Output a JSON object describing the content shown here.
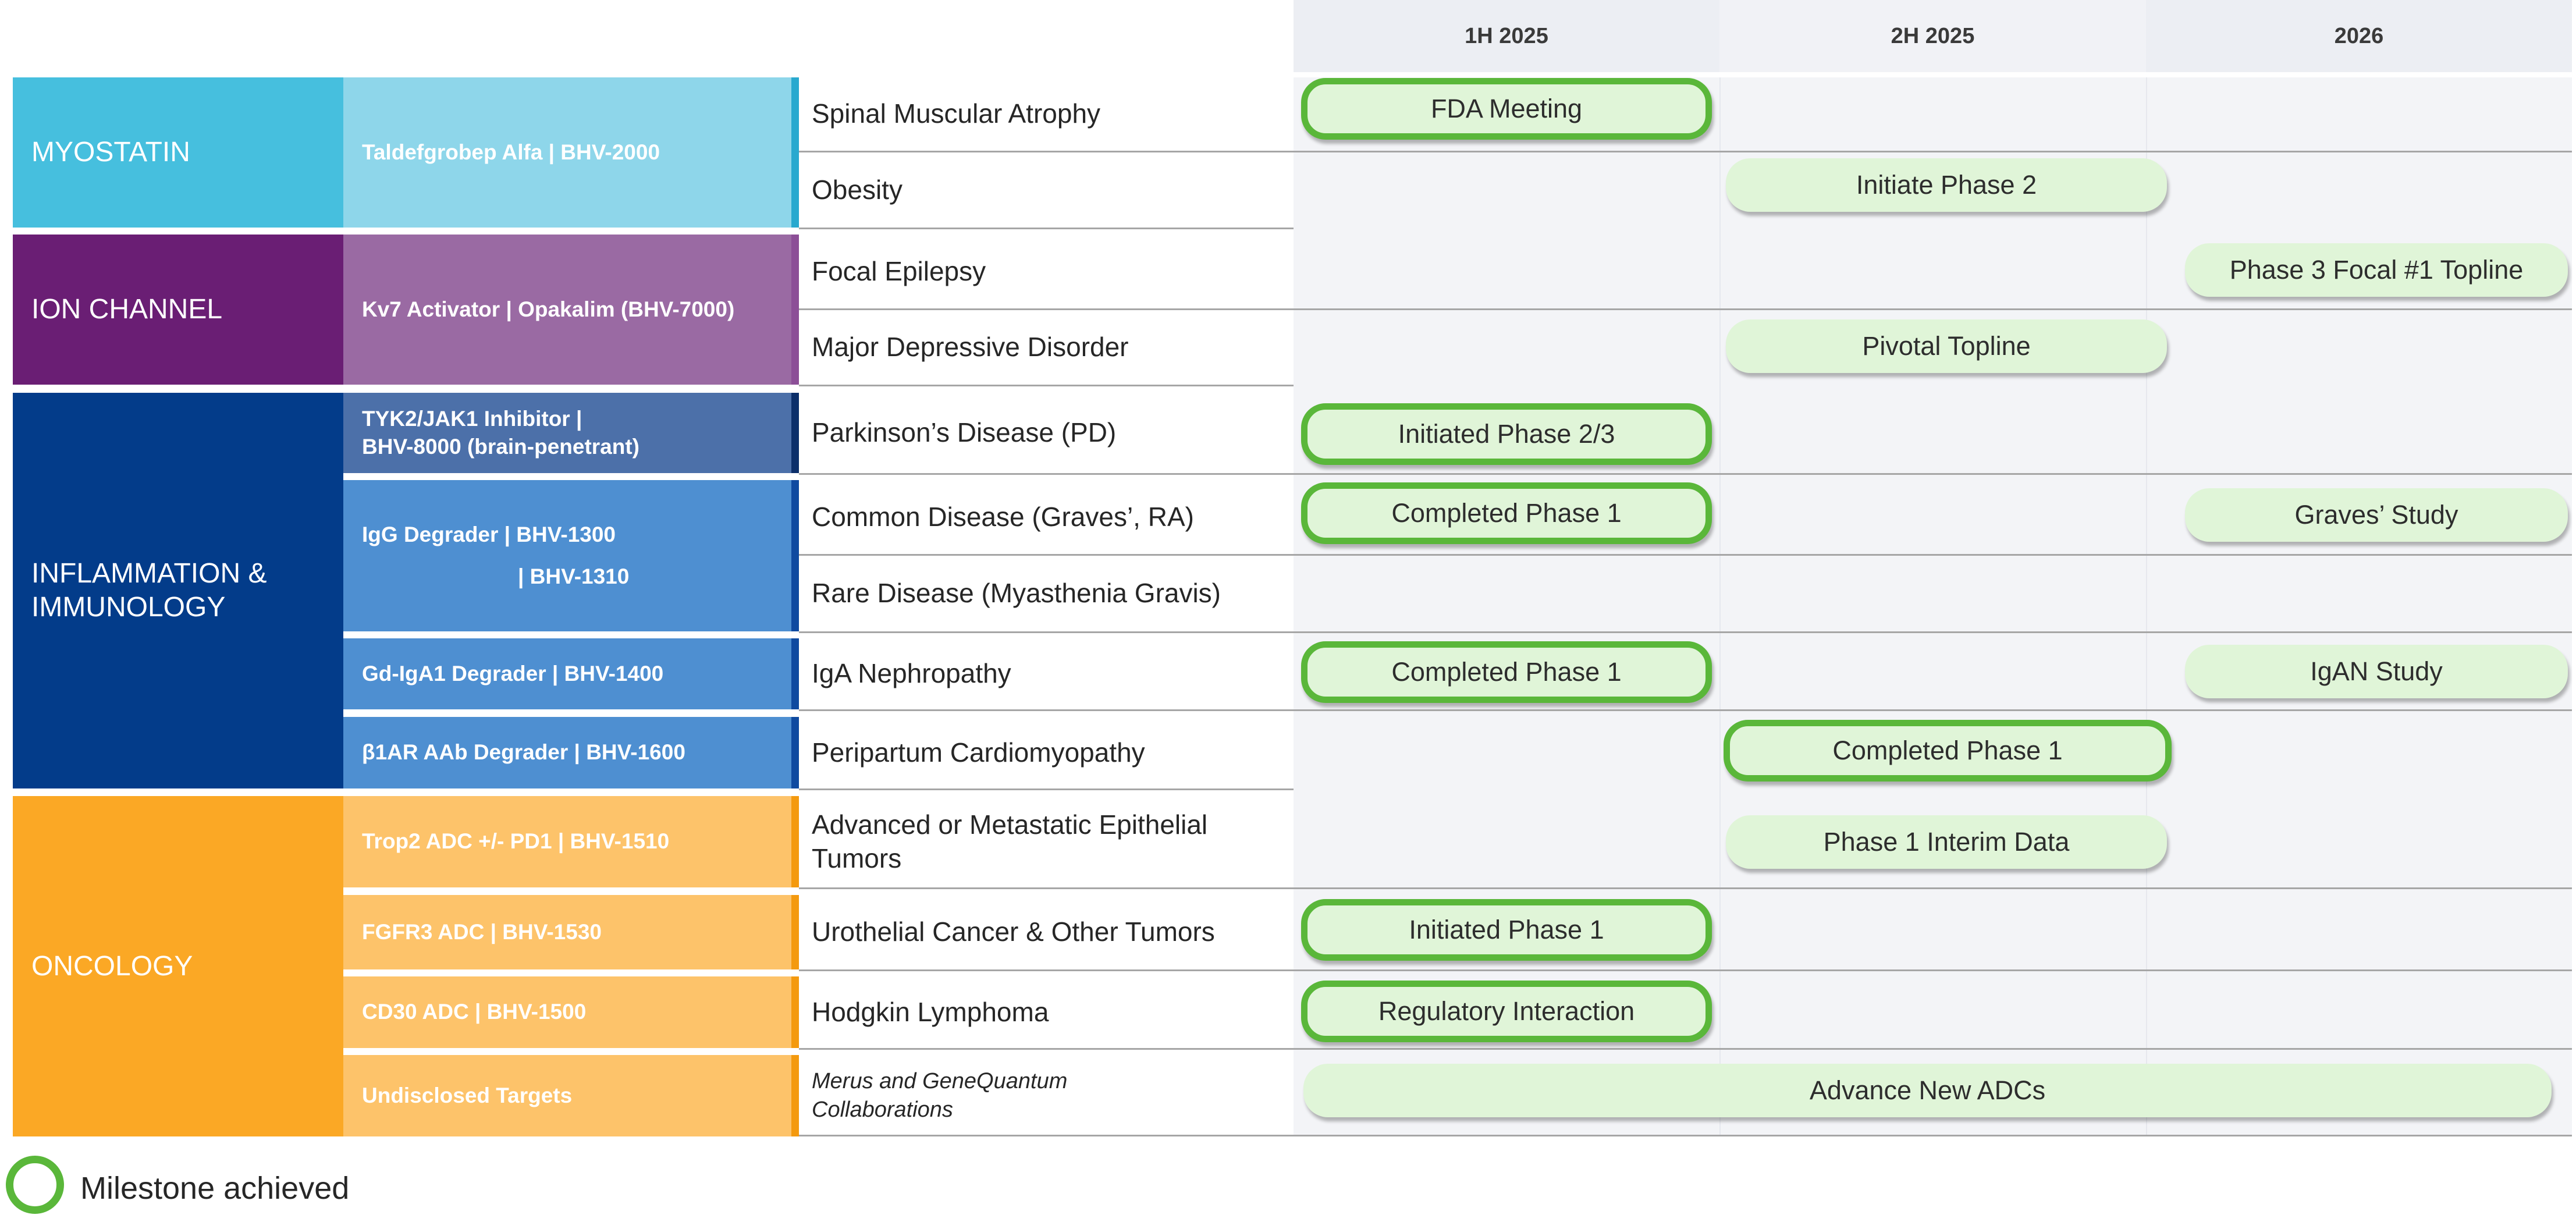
{
  "columns": [
    "1H 2025",
    "2H 2025",
    "2026"
  ],
  "categories": [
    {
      "id": "myostatin",
      "label": "MYOSTATIN"
    },
    {
      "id": "ion",
      "label": "ION CHANNEL"
    },
    {
      "id": "inflam",
      "label": "INFLAMMATION & IMMUNOLOGY"
    },
    {
      "id": "onc",
      "label": "ONCOLOGY"
    }
  ],
  "drugs": [
    {
      "line1": "Taldefgrobep Alfa | BHV-2000",
      "line2": ""
    },
    {
      "line1": "Kv7 Activator | Opakalim (BHV-7000)",
      "line2": ""
    },
    {
      "line1": "TYK2/JAK1 Inhibitor  |",
      "line2": "BHV-8000 (brain-penetrant)"
    },
    {
      "line1": "IgG Degrader |  BHV-1300",
      "line2": "|  BHV-1310"
    },
    {
      "line1": "Gd-IgA1 Degrader  |  BHV-1400",
      "line2": ""
    },
    {
      "line1": "β1AR AAb Degrader  | BHV-1600",
      "line2": ""
    },
    {
      "line1": "Trop2 ADC +/- PD1 | BHV-1510",
      "line2": ""
    },
    {
      "line1": "FGFR3  ADC | BHV-1530",
      "line2": ""
    },
    {
      "line1": "CD30 ADC | BHV-1500",
      "line2": ""
    },
    {
      "line1": "Undisclosed Targets",
      "line2": ""
    }
  ],
  "indications": [
    "Spinal Muscular Atrophy",
    "Obesity",
    "Focal Epilepsy",
    "Major Depressive Disorder",
    "Parkinson’s Disease (PD)",
    "Common Disease (Graves’, RA)",
    "Rare Disease (Myasthenia Gravis)",
    "IgA Nephropathy",
    "Peripartum Cardiomyopathy",
    "Advanced or Metastatic Epithelial Tumors",
    "Urothelial Cancer & Other Tumors",
    "Hodgkin Lymphoma",
    "Merus and GeneQuantum Collaborations"
  ],
  "milestones": [
    {
      "label": "FDA Meeting",
      "achieved": true
    },
    {
      "label": "Initiate Phase 2",
      "achieved": false
    },
    {
      "label": "Phase 3 Focal #1 Topline",
      "achieved": false
    },
    {
      "label": "Pivotal Topline",
      "achieved": false
    },
    {
      "label": "Initiated Phase 2/3",
      "achieved": true
    },
    {
      "label": "Completed Phase 1",
      "achieved": true
    },
    {
      "label": "Graves’ Study",
      "achieved": false
    },
    {
      "label": "Completed Phase 1",
      "achieved": true
    },
    {
      "label": "IgAN Study",
      "achieved": false
    },
    {
      "label": "Completed Phase 1",
      "achieved": true
    },
    {
      "label": "Phase 1 Interim Data",
      "achieved": false
    },
    {
      "label": "Initiated Phase 1",
      "achieved": true
    },
    {
      "label": "Regulatory Interaction",
      "achieved": true
    },
    {
      "label": "Advance New ADCs",
      "achieved": false
    }
  ],
  "legend": {
    "label": "Milestone achieved"
  },
  "colors": {
    "myostatin_dark": "#46bfde",
    "myostatin_light": "#8ed6ea",
    "myostatin_accent": "#29a9cf",
    "ion_dark": "#6a1e74",
    "ion_light": "#9a6aa3",
    "ion_accent": "#8c4f97",
    "inflam_dark": "#033c8a",
    "inflam_light_a": "#4c70a9",
    "inflam_light_b": "#4e8fd1",
    "inflam_accent": "#0f4aa0",
    "onc_dark": "#fba825",
    "onc_light": "#fdc36a",
    "onc_accent": "#f49a0f",
    "pill_fill": "#e0f5d8",
    "achieved_ring": "#5ab73a",
    "band": "#f3f4f7"
  }
}
